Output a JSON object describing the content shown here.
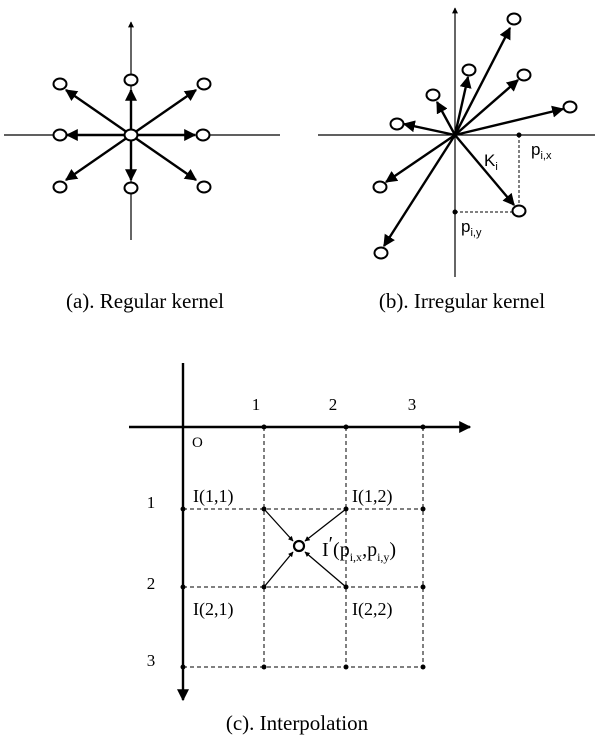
{
  "panel_a": {
    "caption": "(a). Regular kernel"
  },
  "panel_b": {
    "caption": "(b). Irregular kernel",
    "kernel_label": "K",
    "kernel_sub": "i",
    "px_label": "p",
    "px_sub": "i,x",
    "py_label": "p",
    "py_sub": "i,y"
  },
  "panel_c": {
    "caption": "(c). Interpolation",
    "origin": "O",
    "x_ticks": [
      "1",
      "2",
      "3"
    ],
    "y_ticks": [
      "1",
      "2",
      "3"
    ],
    "cells": {
      "i11": "I(1,1)",
      "i12": "I(1,2)",
      "i21": "I(2,1)",
      "i22": "I(2,2)"
    },
    "interp_main": "I",
    "interp_prime": "′",
    "interp_open": "(p",
    "interp_sub1": "i,x",
    "interp_comma": ",p",
    "interp_sub2": "i,y",
    "interp_close": ")"
  }
}
